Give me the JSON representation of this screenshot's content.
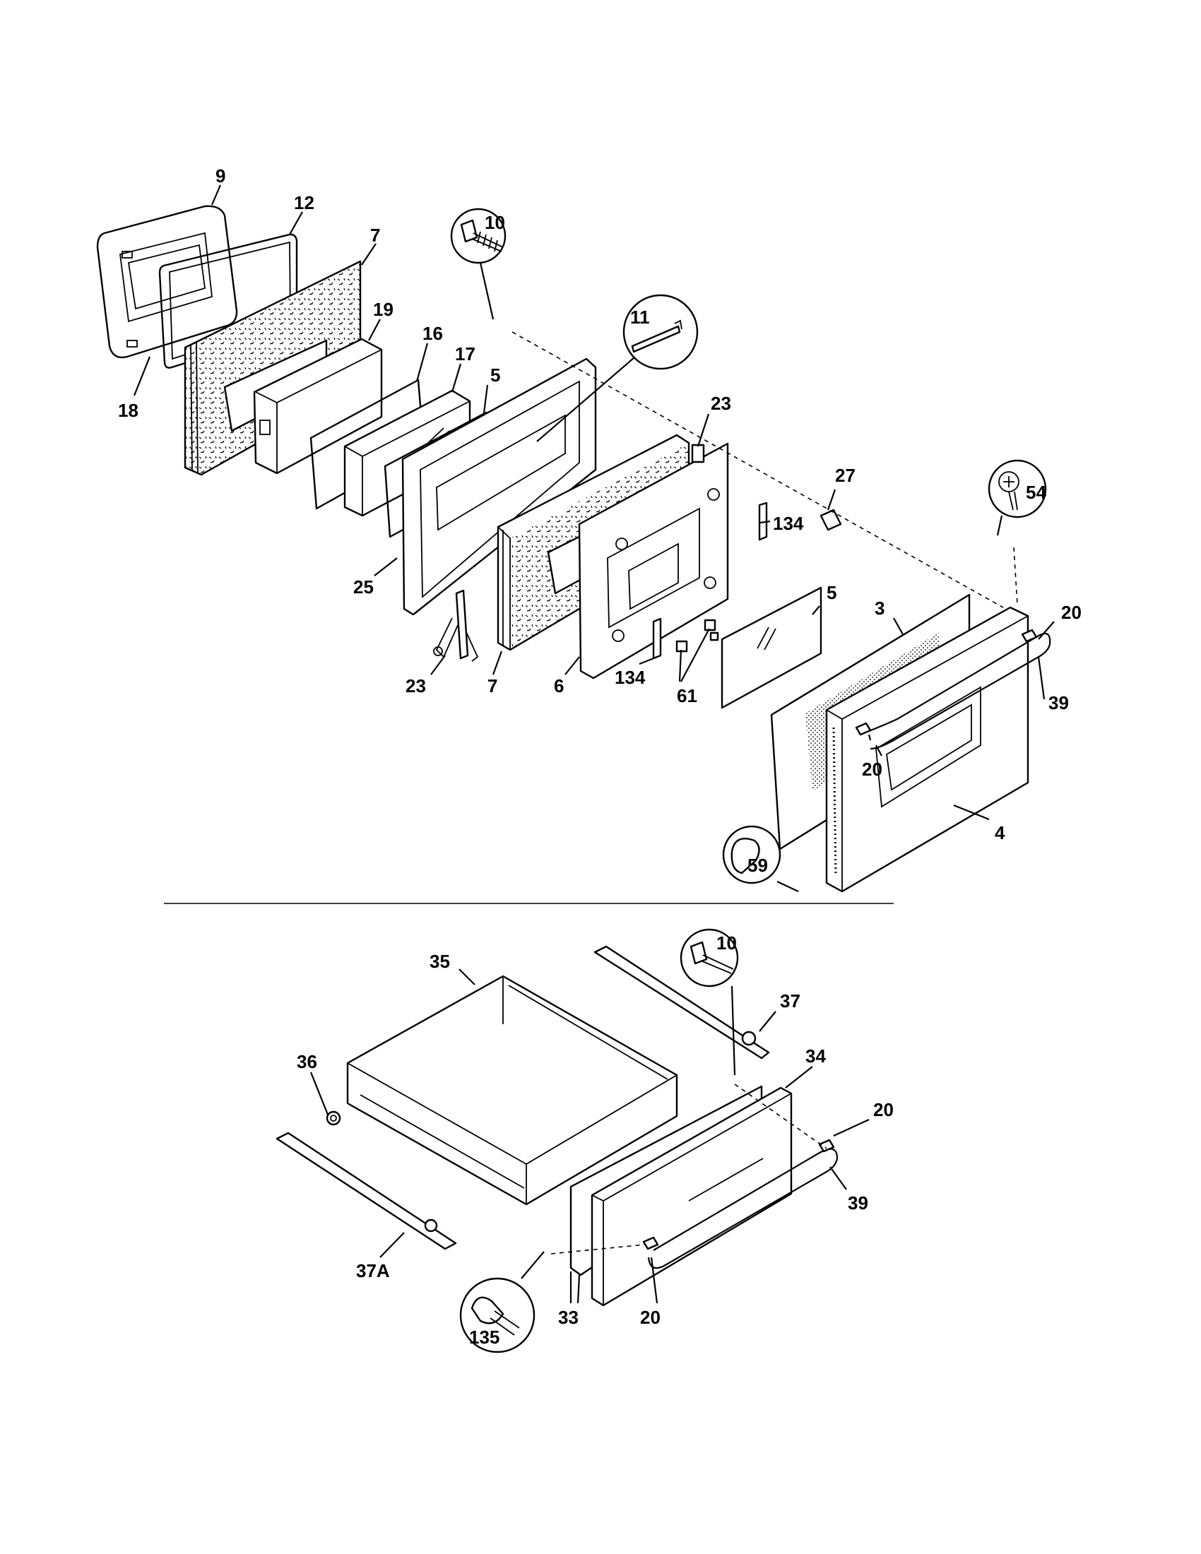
{
  "callouts": {
    "c9": "9",
    "c12": "12",
    "c7a": "7",
    "c19": "19",
    "c16": "16",
    "c17": "17",
    "c5a": "5",
    "c18": "18",
    "c10a": "10",
    "c11": "11",
    "c23a": "23",
    "c27": "27",
    "c54": "54",
    "c134a": "134",
    "c5b": "5",
    "c20a": "20",
    "c3": "3",
    "c25": "25",
    "c39a": "39",
    "c23b": "23",
    "c7b": "7",
    "c6": "6",
    "c134b": "134",
    "c61": "61",
    "c20b": "20",
    "c4": "4",
    "c59": "59",
    "c10b": "10",
    "c35": "35",
    "c37": "37",
    "c36": "36",
    "c34": "34",
    "c20c": "20",
    "c39b": "39",
    "c37a": "37A",
    "c33": "33",
    "c20d": "20",
    "c135": "135"
  }
}
